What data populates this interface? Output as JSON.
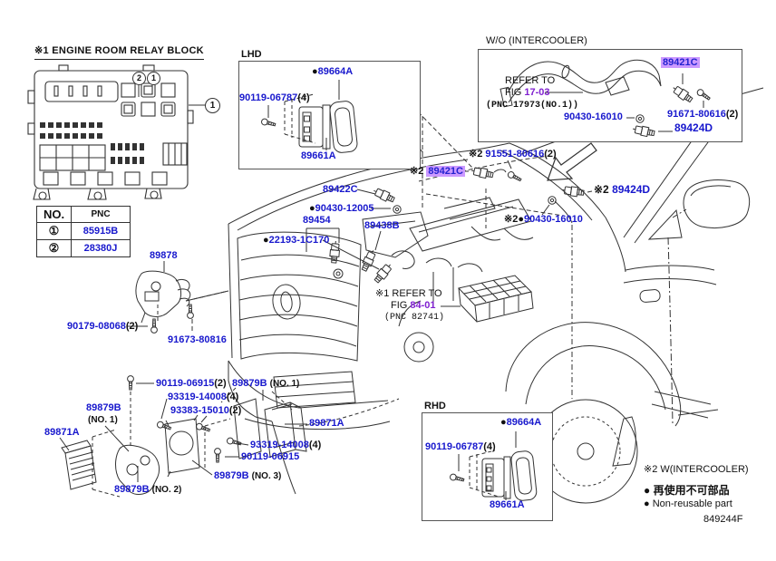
{
  "palette": {
    "part_blue": "#1818cd",
    "fig_purple": "#8020d0",
    "highlight_violet": "#cc99ff",
    "line_black": "#333333"
  },
  "relay_block": {
    "title": "※1 ENGINE ROOM RELAY BLOCK",
    "callouts": {
      "c2": "2",
      "c1": "1",
      "c1_right": "1"
    },
    "table": {
      "col_no": "NO.",
      "col_pnc": "PNC",
      "rows": [
        {
          "no": "①",
          "pnc": "85915B"
        },
        {
          "no": "②",
          "pnc": "28380J"
        }
      ]
    }
  },
  "labels": {
    "l89878": {
      "num": "89878"
    },
    "l90179_08068": {
      "num": "90179-08068",
      "sfx": "(2)"
    },
    "l91673_80816": {
      "num": "91673-80816"
    },
    "l91551_80616": {
      "pre": "※2 ",
      "num": "91551-80616",
      "sfx": "(2)"
    },
    "l89421c_car": {
      "pre": "※2 ",
      "num": "89421C"
    },
    "l89424d_car": {
      "pre": "※2 ",
      "num": "89424D"
    },
    "l90430_16010_car": {
      "pre": "※2",
      "bullet": "●",
      "num": "90430-16010"
    },
    "l89422c": {
      "num": "89422C"
    },
    "l90430_12005": {
      "bullet": "●",
      "num": "90430-12005"
    },
    "l89454": {
      "num": "89454"
    },
    "l22193_1c170": {
      "bullet": "●",
      "num": "22193-1C170"
    },
    "l89438b": {
      "num": "89438B"
    },
    "l90119_06915_2": {
      "num": "90119-06915",
      "sfx": "(2)"
    },
    "l93319_14008_a": {
      "num": "93319-14008",
      "sfx": "(4)"
    },
    "l93383_15010": {
      "num": "93383-15010",
      "sfx": "(2)"
    },
    "l89879b_no1_left": {
      "num": "89879B",
      "sfx": "(NO. 1)"
    },
    "l89871a_left": {
      "num": "89871A"
    },
    "l89879b_no2": {
      "num": "89879B",
      "sfx": "(NO. 2)"
    },
    "l89879b_no1_right": {
      "num": "89879B",
      "sfx": "(NO. 1)"
    },
    "l89871a_right": {
      "num": "89871A"
    },
    "l93319_14008_b": {
      "num": "93319-14008",
      "sfx": "(4)"
    },
    "l90119_06915_b": {
      "num": "90119-06915"
    },
    "l89879b_no3": {
      "num": "89879B",
      "sfx": "(NO. 3)"
    }
  },
  "lhd_box": {
    "title": "LHD",
    "l89664a": {
      "bullet": "●",
      "num": "89664A"
    },
    "l90119_06787": {
      "num": "90119-06787",
      "sfx": "(4)"
    },
    "l89661a": {
      "num": "89661A"
    }
  },
  "rhd_box": {
    "title": "RHD",
    "l89664a": {
      "bullet": "●",
      "num": "89664A"
    },
    "l90119_06787": {
      "num": "90119-06787",
      "sfx": "(4)"
    },
    "l89661a": {
      "num": "89661A"
    }
  },
  "wo_box": {
    "title": "W/O (INTERCOOLER)",
    "refer_line1": "REFER TO",
    "fig_prefix": "FIG ",
    "fig": "17-03",
    "pnc_line": "(PNC 17973(NO.1))",
    "l89421c": {
      "num": "89421C"
    },
    "l90430_16010": {
      "num": "90430-16010"
    },
    "l91671_80616": {
      "num": "91671-80616",
      "sfx": "(2)"
    },
    "l89424d": {
      "num": "89424D"
    }
  },
  "engine_ref": {
    "line1": "※1 REFER TO",
    "fig_prefix": "FIG ",
    "fig": "84-01",
    "pnc_line": "(PNC 82741)"
  },
  "legend": {
    "intercooler_note": "※2  W(INTERCOOLER)",
    "jp_note": "● 再使用不可部品",
    "en_note": "● Non-reusable part",
    "drawing_code": "849244F"
  }
}
